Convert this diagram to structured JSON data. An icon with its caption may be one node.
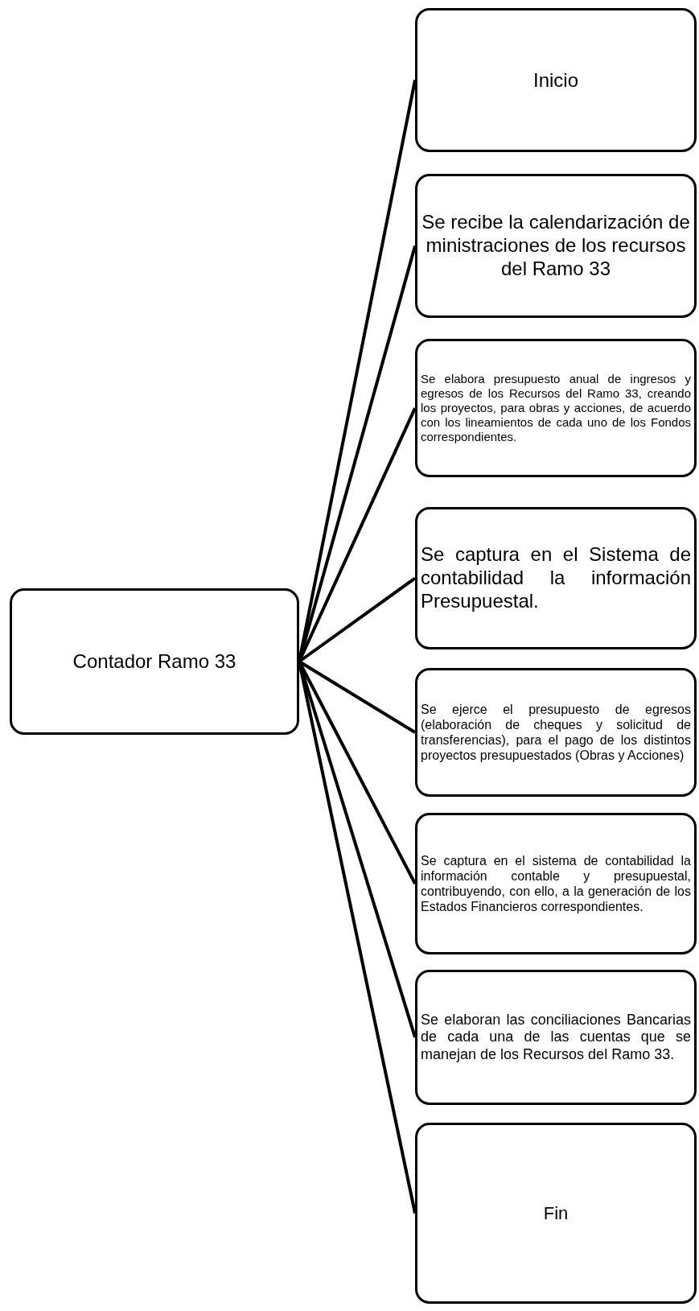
{
  "diagram": {
    "nodes": [
      {
        "text": [
          "Contador Ramo 33"
        ]
      },
      {
        "text": [
          "Inicio"
        ]
      },
      {
        "text": [
          "Se recibe la calendarización de ministraciones de los recursos del Ramo 33"
        ]
      },
      {
        "text": [
          "Se elabora presupuesto anual de ingresos y egresos de los Recursos del Ramo 33, creando los proyectos, para obras y acciones, de acuerdo con los lineamientos de cada uno de los Fondos correspondientes."
        ]
      },
      {
        "text": [
          "Se captura en el Sistema de contabilidad la información Presupuestal."
        ]
      },
      {
        "text": [
          "Se ejerce el presupuesto de egresos (elaboración de cheques y solicitud de transferencias), para el pago de los distintos proyectos presupuestados (Obras y Acciones)"
        ]
      },
      {
        "text": [
          "Se captura en el sistema de contabilidad la información contable y presupuestal, contribuyendo, con ello, a la generación de los Estados Financieros correspondientes."
        ]
      },
      {
        "text": [
          "Se elaboran las conciliaciones Bancarias de cada una de las cuentas que se manejan de los Recursos del Ramo 33."
        ]
      },
      {
        "text": [
          "Fin"
        ]
      }
    ],
    "edges": [
      {
        "from": 0,
        "to": 1,
        "arrow": "none"
      },
      {
        "from": 0,
        "to": 2,
        "arrow": "none"
      },
      {
        "from": 0,
        "to": 3,
        "arrow": "none"
      },
      {
        "from": 0,
        "to": 4,
        "arrow": "none"
      },
      {
        "from": 0,
        "to": 5,
        "arrow": "none"
      },
      {
        "from": 0,
        "to": 6,
        "arrow": "none"
      },
      {
        "from": 0,
        "to": 7,
        "arrow": "none"
      },
      {
        "from": 0,
        "to": 8,
        "arrow": "none"
      }
    ]
  }
}
